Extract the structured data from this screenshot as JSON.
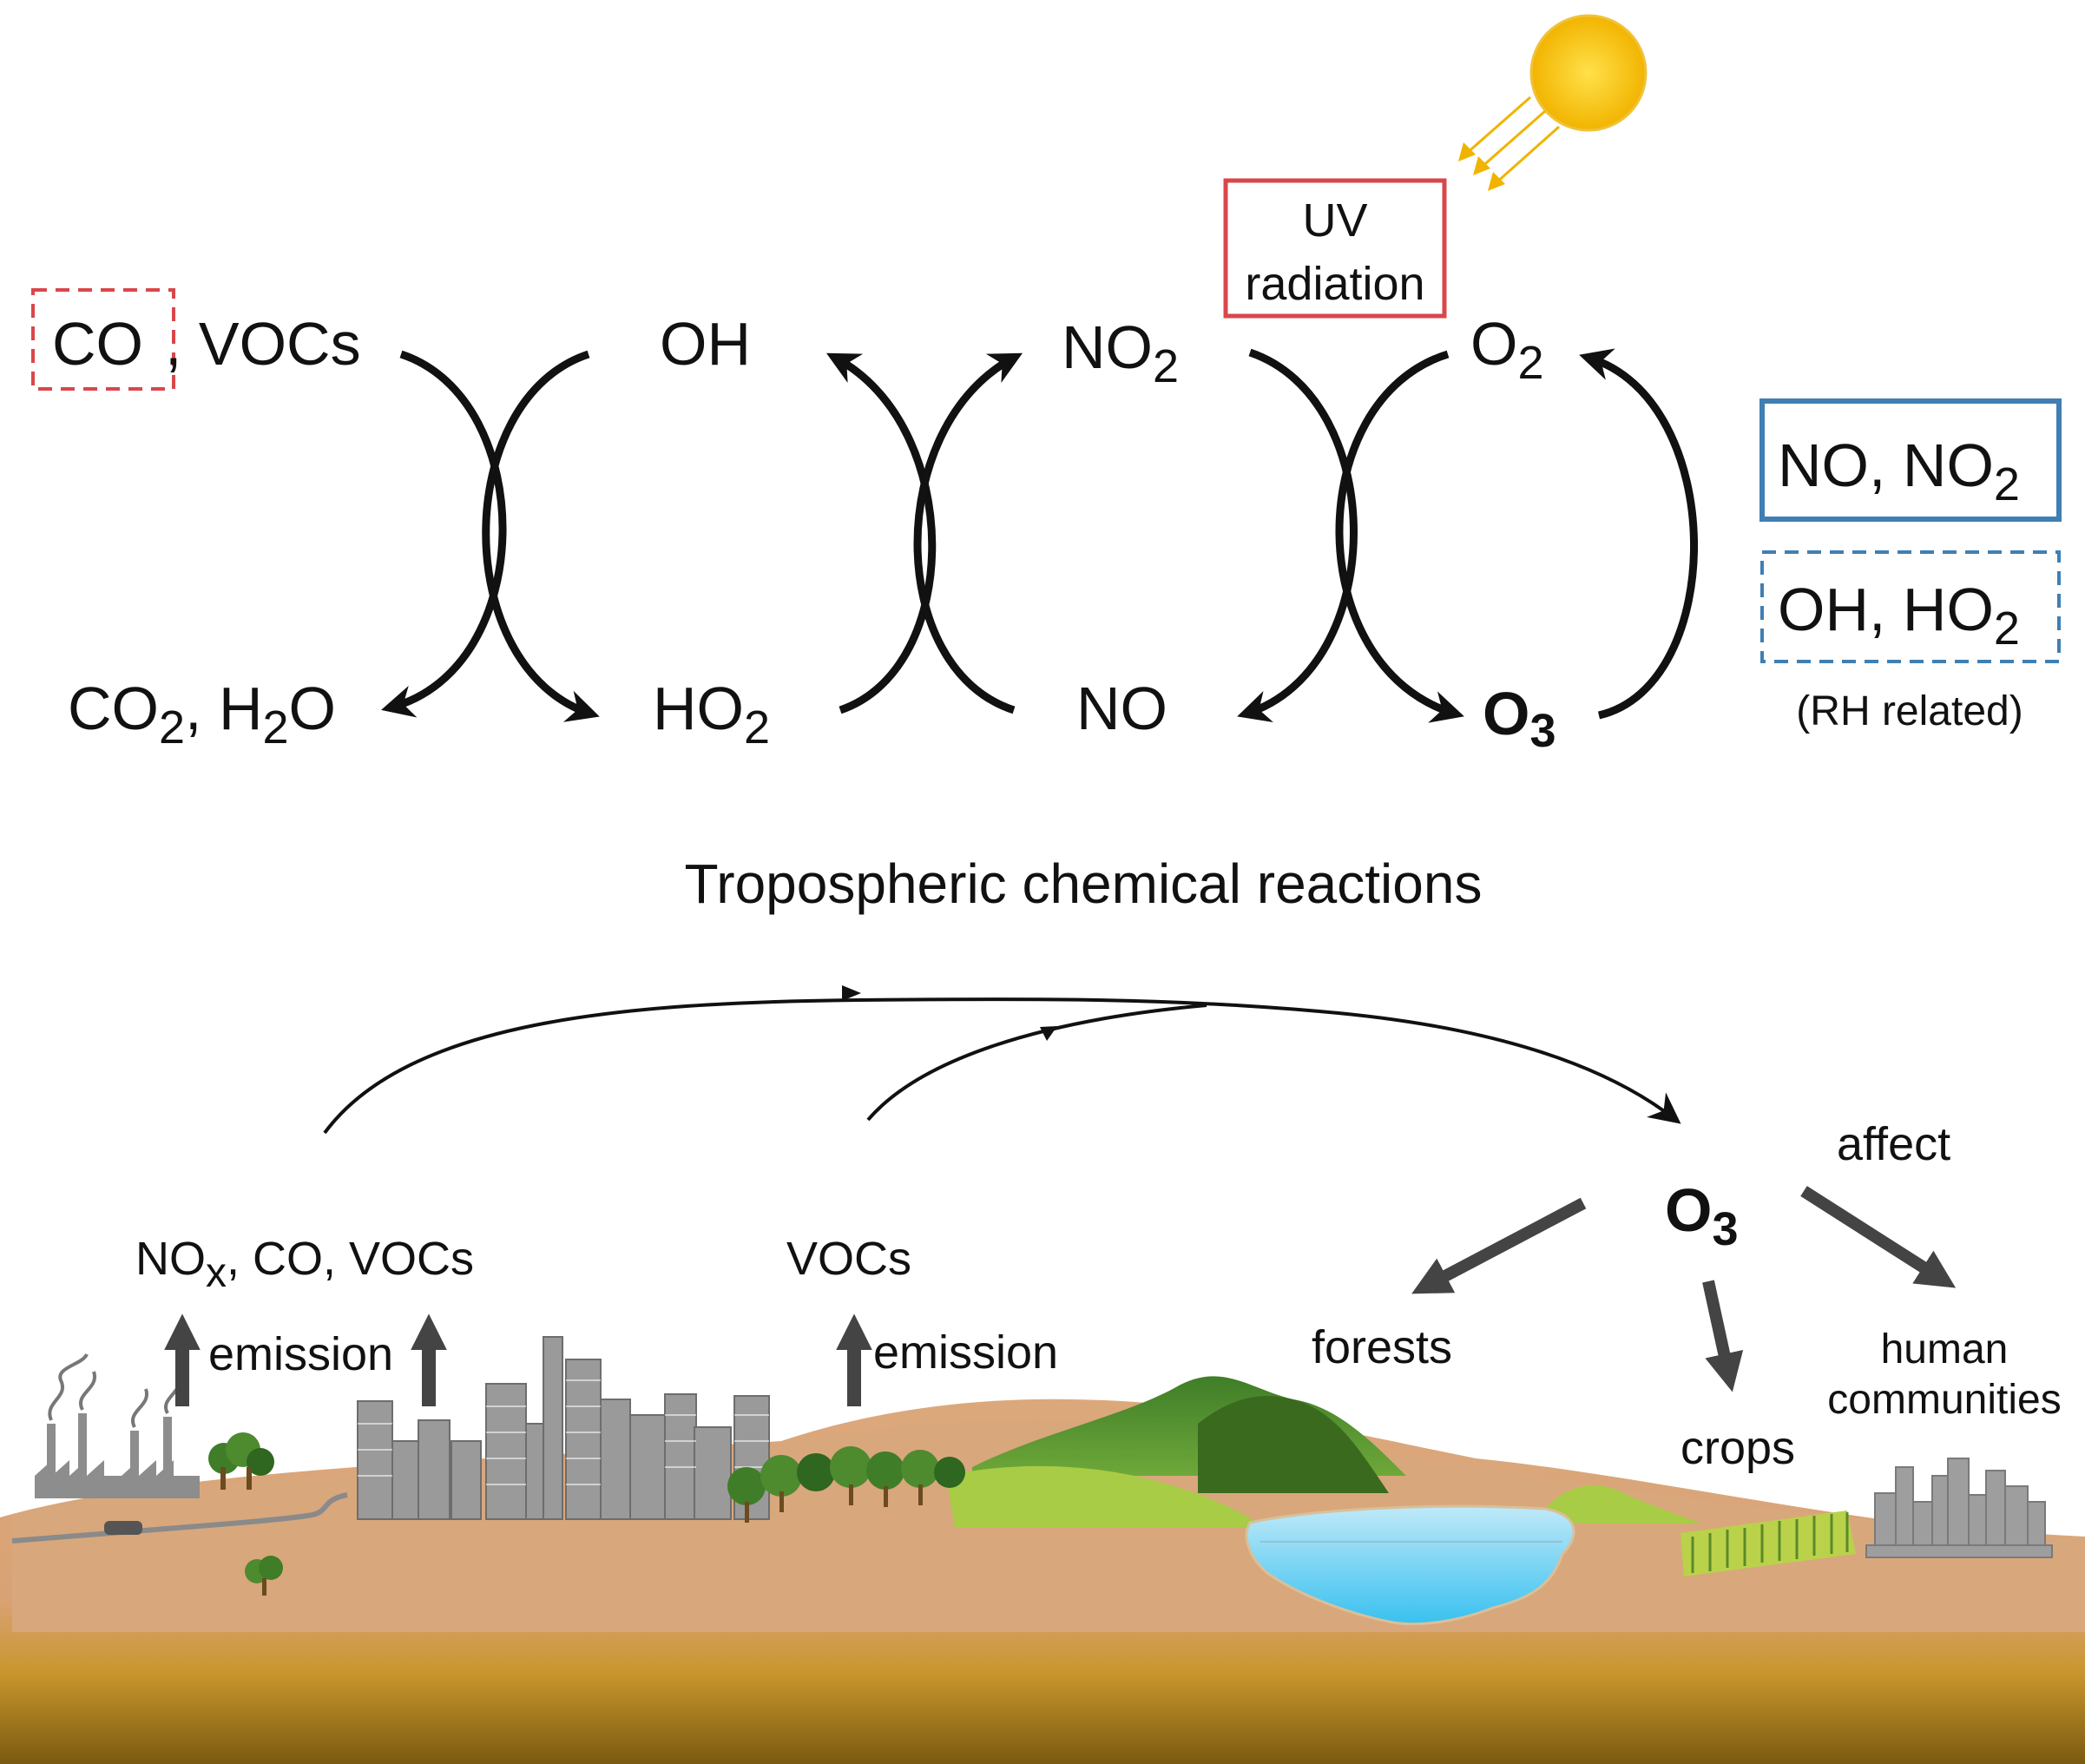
{
  "reactions": {
    "co": "CO",
    "vocs": ", VOCs",
    "oh": "OH",
    "no2": "NO",
    "no2_sub": "2",
    "uv_line1": "UV",
    "uv_line2": "radiation",
    "o2": "O",
    "o2_sub": "2",
    "co2_h2o": {
      "co": "CO",
      "sub2": "2",
      "h": ", H",
      "sub2b": "2",
      "o": "O"
    },
    "ho2": "HO",
    "ho2_sub": "2",
    "no": "NO",
    "o3": "O",
    "o3_sub": "3",
    "title": "Tropospheric chemical reactions"
  },
  "legend": {
    "nox_box": {
      "text": "NO, NO",
      "sub": "2"
    },
    "hox_box": {
      "text": "OH, HO",
      "sub": "2"
    },
    "rh_note": "(RH related)"
  },
  "landscape": {
    "emissions_left": {
      "label": "NO",
      "sub": "x",
      "rest": ", CO, VOCs"
    },
    "emission_left": "emission",
    "vocs_mid": "VOCs",
    "emission_mid": "emission",
    "o3": "O",
    "o3_sub": "3",
    "affect": "affect",
    "forests": "forests",
    "crops": "crops",
    "human_line1": "human",
    "human_line2": "communities"
  },
  "colors": {
    "red_box": "#d9474b",
    "blue_box": "#3f7fb3",
    "arrow": "#111111",
    "gray_arrow": "#444444",
    "sun": "#f5c200",
    "sun_rays": "#f0b400",
    "ground": "#d8a57a",
    "ground_dark": "#8a6a1a",
    "hill": "#4e8a2e",
    "lake": "#7fd3f0",
    "grass": "#a8cc45"
  }
}
